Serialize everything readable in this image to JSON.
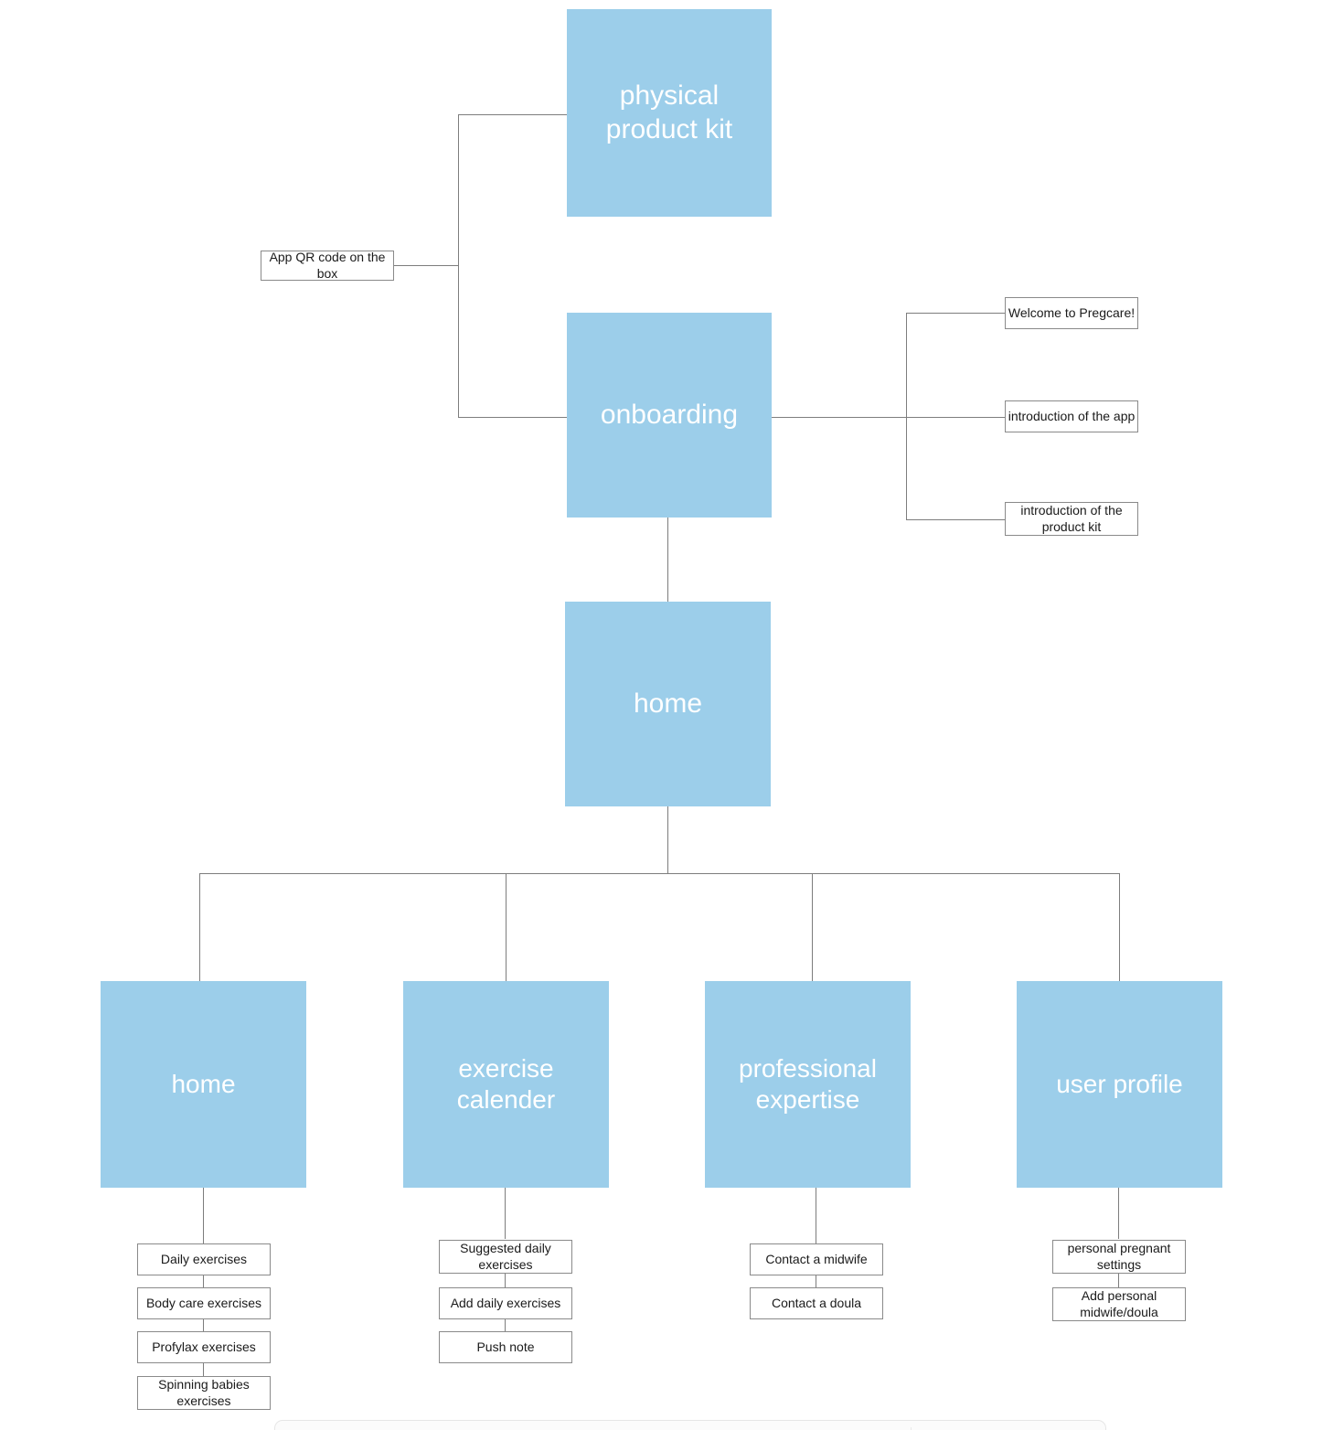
{
  "diagram": {
    "title": "Pregcare app information architecture flowchart",
    "colors": {
      "node_fill": "#9CCEEA",
      "node_text": "#FFFFFF",
      "leaf_fill": "#FFFFFF",
      "leaf_border": "#8A8A8A",
      "connector": "#7D7D7D",
      "canvas": "#FFFFFF"
    },
    "nodes": {
      "physical_product_kit": "physical\nproduct kit",
      "app_qr_code": "App QR code on the box",
      "onboarding": "onboarding",
      "welcome": "Welcome to Pregcare!",
      "intro_app": "introduction of the app",
      "intro_kit": "introduction of the\nproduct kit",
      "home_root": "home",
      "home_tab": "home",
      "exercise_calender": "exercise\ncalender",
      "professional_expertise": "professional\nexpertise",
      "user_profile": "user profile",
      "daily_exercises": "Daily exercises",
      "body_care_exercises": "Body care exercises",
      "profylax_exercises": "Profylax exercises",
      "spinning_babies_exercises": "Spinning babies\nexercises",
      "suggested_daily_exercises": "Suggested daily\nexercises",
      "add_daily_exercises": "Add daily exercises",
      "push_note": "Push note",
      "contact_midwife": "Contact a midwife",
      "contact_doula": "Contact a doula",
      "personal_pregnant_settings": "personal pregnant\nsettings",
      "add_personal_midwife_doula": "Add personal\nmidwife/doula"
    }
  }
}
